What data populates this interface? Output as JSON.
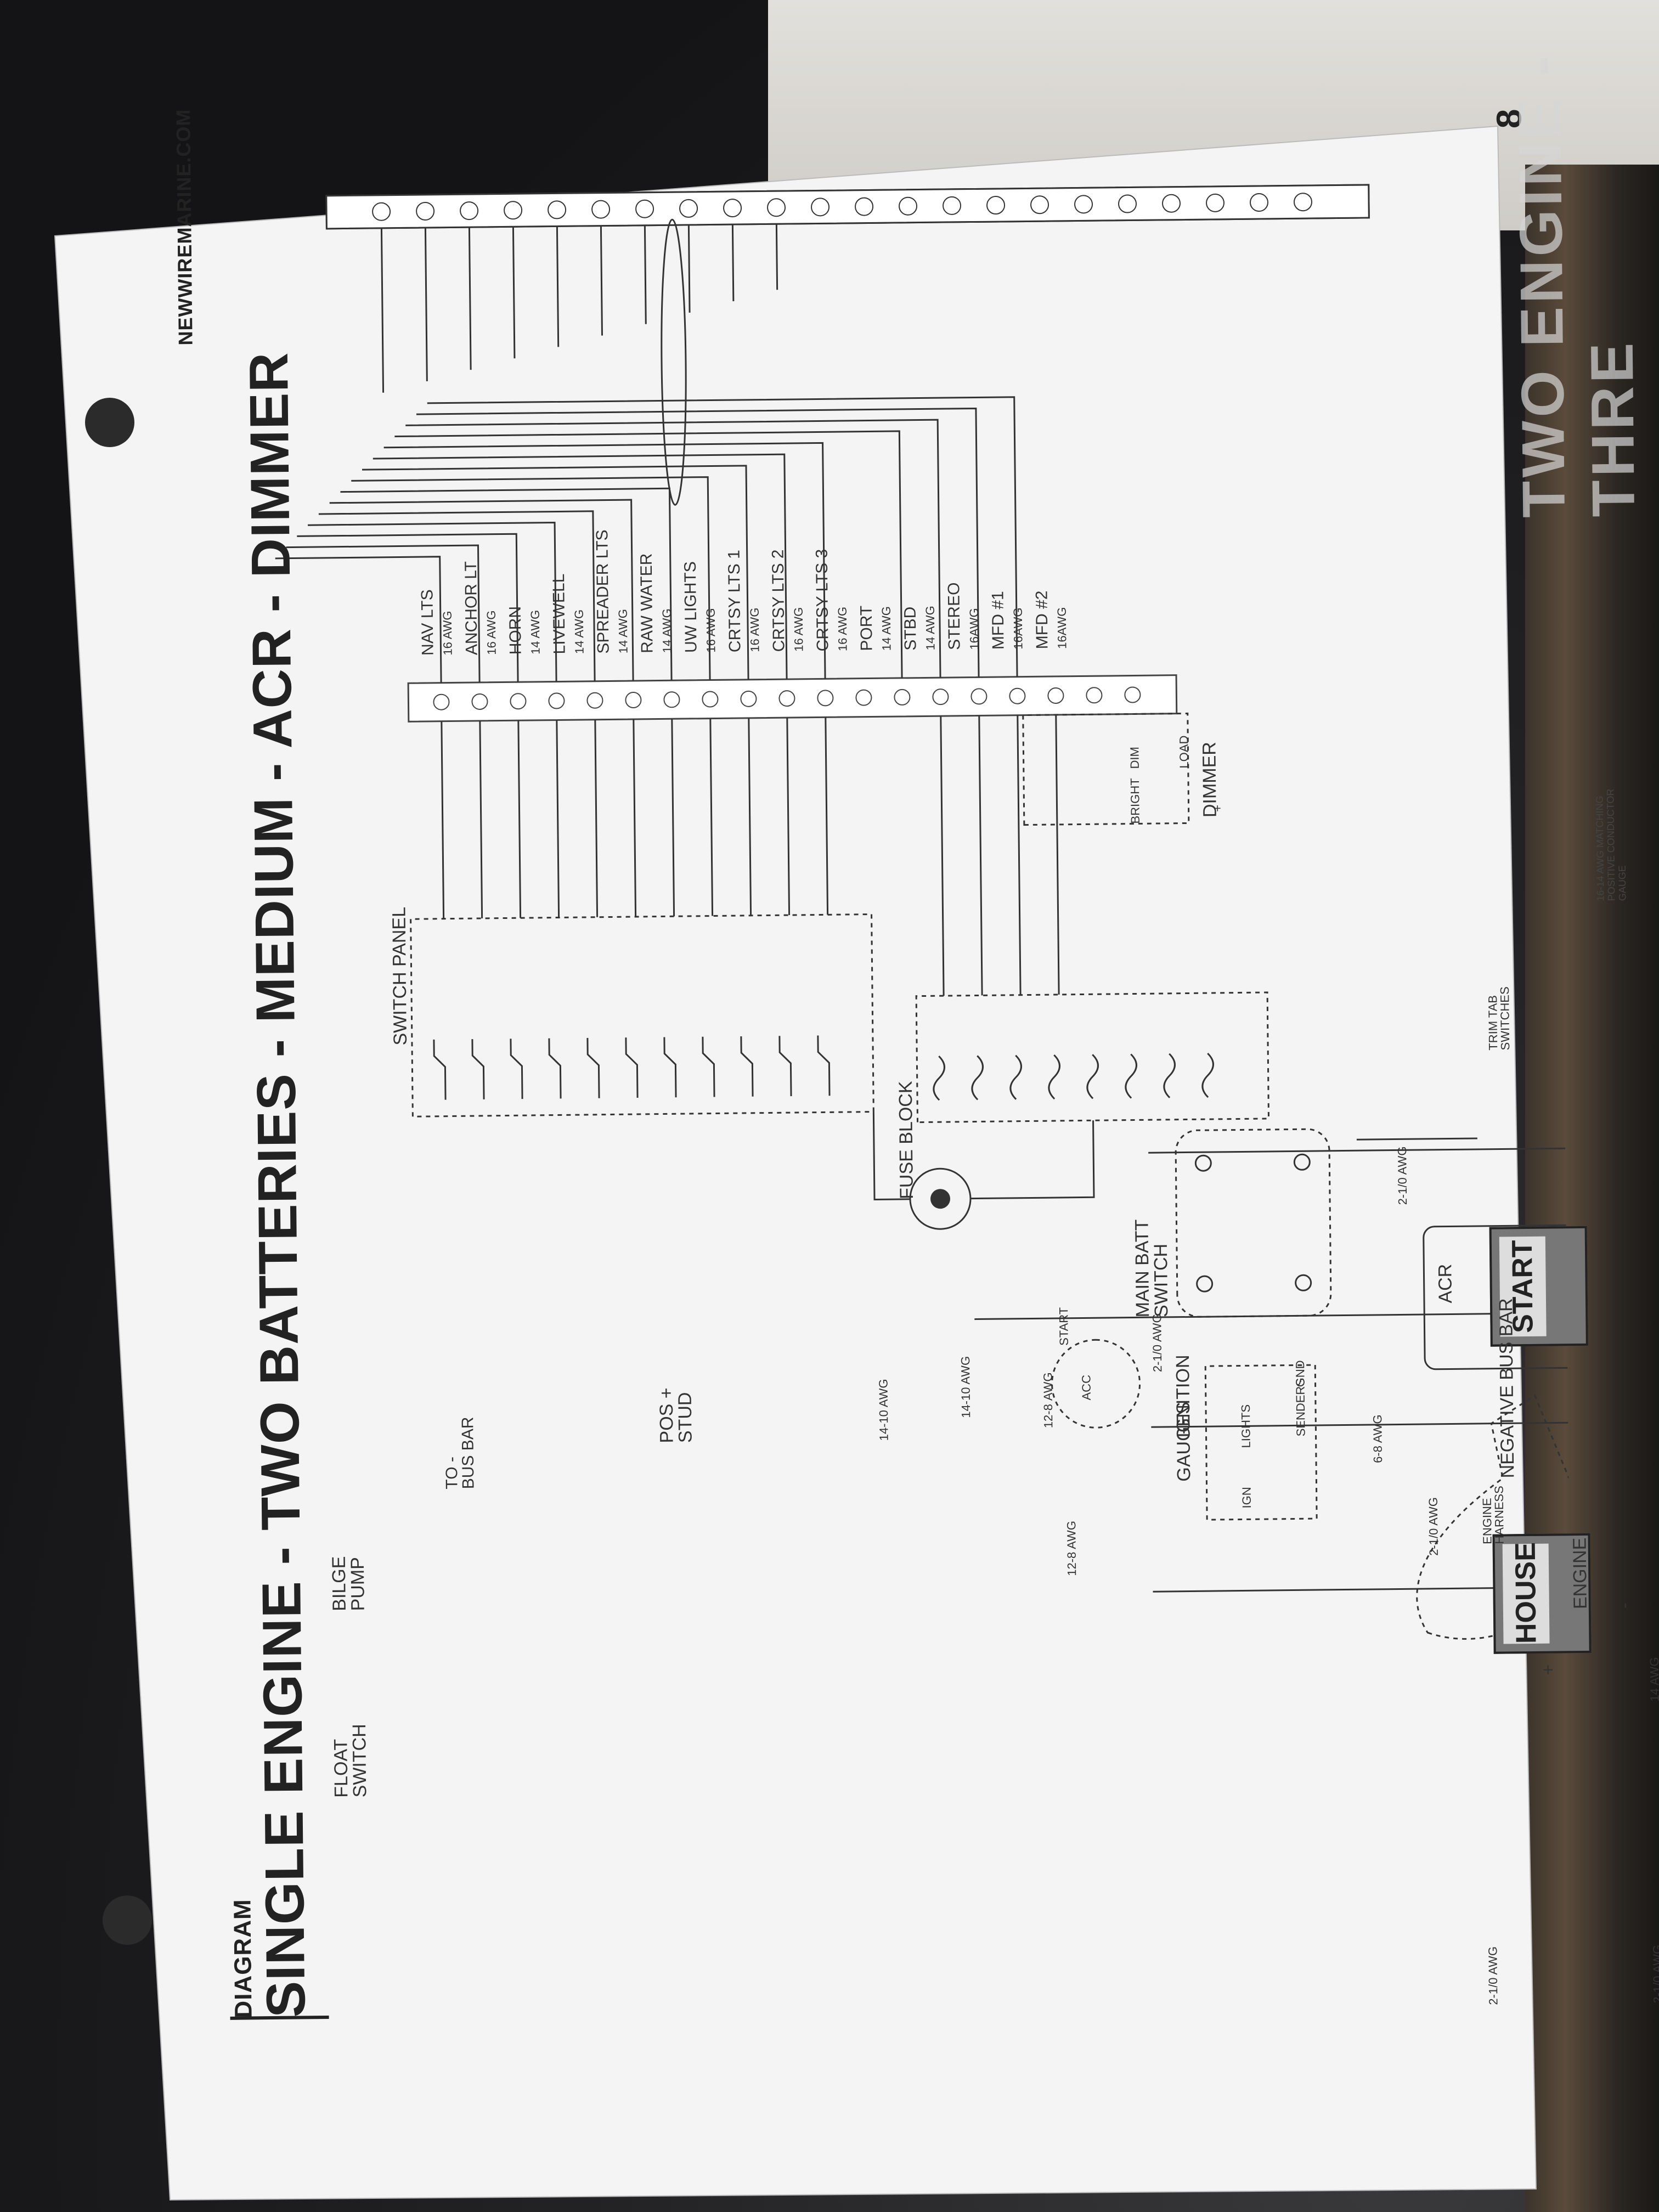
{
  "header": {
    "diagram_label": "DIAGRAM",
    "title": "SINGLE ENGINE - TWO BATTERIES - MEDIUM - ACR - DIMMER",
    "website": "NEWWIREMARINE.COM",
    "page_number": "8",
    "back_page_bleed": "TWO ENGINE - THRE"
  },
  "components": {
    "float_switch": "FLOAT\nSWITCH",
    "bilge_pump": "BILGE\nPUMP",
    "to_bus_bar": "TO -\nBUS BAR",
    "switch_panel": "SWITCH PANEL",
    "pos_stud": "POS +\nSTUD",
    "main_batt_switch": "MAIN BATT\nSWITCH",
    "fuse_block": "FUSE BLOCK",
    "dimmer": "DIMMER",
    "dimmer_bright": "BRIGHT",
    "dimmer_dim": "DIM",
    "dimmer_load": "LOAD",
    "dimmer_plus": "+",
    "house_battery": "HOUSE",
    "start_battery": "START",
    "acr": "ACR",
    "engine": "ENGINE",
    "engine_harness": "ENGINE\nHARNESS",
    "ignition": "IGNITION",
    "ignition_acc": "ACC",
    "ignition_start": "START",
    "gauges": "GAUGES",
    "gauges_ign": "IGN",
    "gauges_lights": "LIGHTS",
    "gauges_senders": "SENDERS",
    "gauges_gnd": "GND",
    "negative_bus_bar": "NEGATIVE BUS BAR",
    "trim_tab_switches": "TRIM TAB\nSWITCHES",
    "matching_gauge_note": "16-14 AWG MATCHING\nPOSITIVE CONDUCTOR\nGAUGE",
    "plus_sign": "+",
    "minus_sign": "-"
  },
  "loads": [
    {
      "name": "NAV LTS",
      "awg": "16 AWG",
      "icon": "light-icon"
    },
    {
      "name": "ANCHOR LT",
      "awg": "16 AWG",
      "icon": "light-icon"
    },
    {
      "name": "HORN",
      "awg": "14 AWG",
      "icon": "horn-icon"
    },
    {
      "name": "LIVEWELL",
      "awg": "14 AWG",
      "icon": "livewell-icon"
    },
    {
      "name": "SPREADER LTS",
      "awg": "14 AWG",
      "icon": "spreader-light-icon"
    },
    {
      "name": "RAW WATER",
      "awg": "14 AWG",
      "icon": "shower-icon"
    },
    {
      "name": "UW LIGHTS",
      "awg": "16 AWG",
      "icon": "light-icon"
    },
    {
      "name": "CRTSY LTS 1",
      "awg": "16 AWG",
      "icon": "light-icon"
    },
    {
      "name": "CRTSY LTS 2",
      "awg": "16 AWG",
      "icon": "light-icon"
    },
    {
      "name": "CRTSY LTS 3",
      "awg": "16 AWG",
      "icon": "light-icon"
    },
    {
      "name": "PORT",
      "awg": "14 AWG",
      "icon": "trim-tab-icon"
    },
    {
      "name": "STBD",
      "awg": "14 AWG",
      "icon": "trim-tab-icon"
    },
    {
      "name": "STEREO",
      "awg": "16AWG",
      "icon": "stereo-icon"
    },
    {
      "name": "MFD #1",
      "awg": "16AWG",
      "icon": "display-icon"
    },
    {
      "name": "MFD #2",
      "awg": "16AWG",
      "icon": "display-icon"
    }
  ],
  "wire_gauges": {
    "float_14": "14 AWG",
    "house_pos": "2-1/0 AWG",
    "house_acr": "6-8 AWG",
    "acr_start": "2-1/0 AWG",
    "switch_main": "2-1/0 AWG",
    "neg_1": "2-1/0 AWG",
    "neg_2": "2-1/0 AWG",
    "engine_neg": "12-8 AWG",
    "stud_panel": "14-10 AWG",
    "stud_fuse": "14-10 AWG",
    "stud_fuse_mid": "12-8",
    "stud_fuse_awg": "AWG"
  }
}
